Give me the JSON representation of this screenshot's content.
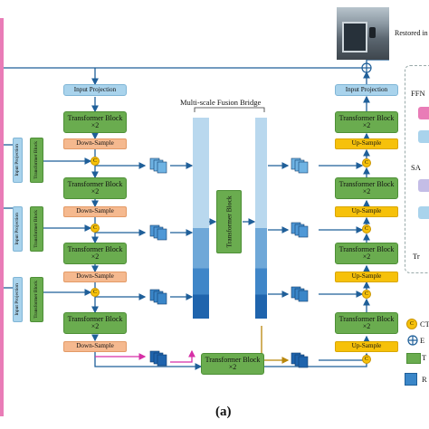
{
  "restored_label": "Restored in",
  "input_projection": "Input Projection",
  "transformer_block_x2": "Transformer Block ×2",
  "transformer_block": "Transformer Block",
  "down_sample": "Down-Sample",
  "up_sample": "Up-Sample",
  "fusion_bridge_title": "Multi-scale Fusion Bridge",
  "concat_symbol": "C",
  "caption": "(a)",
  "legend": {
    "ffn_label": "FFN",
    "sa_label": "SA",
    "tr_label": "Tr",
    "concat_label": "CT",
    "add_label": "E",
    "tb_label": "T",
    "feat_label": "R"
  },
  "colors": {
    "projection": "#a9d3ec",
    "transformer": "#6aac4f",
    "downsample": "#f5b98f",
    "upsample": "#f6c10a",
    "concat": "#f6c10a",
    "arrow": "#1f5f99",
    "magenta_arrow": "#d62fa6",
    "gold_arrow": "#b8860b"
  }
}
